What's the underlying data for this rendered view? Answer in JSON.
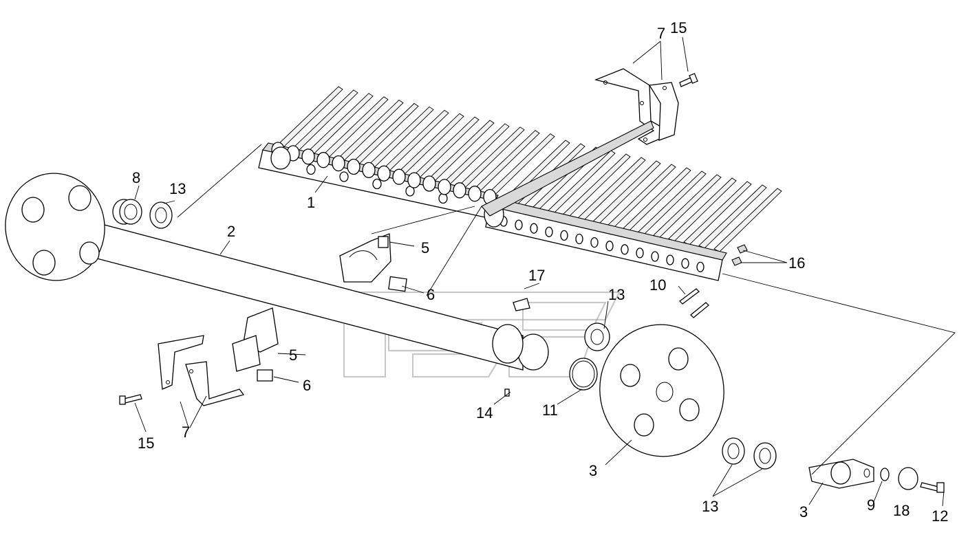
{
  "diagram": {
    "part_numbers": [
      "1",
      "2",
      "3",
      "3",
      "5",
      "5",
      "6",
      "6",
      "7",
      "7",
      "8",
      "9",
      "10",
      "11",
      "12",
      "13",
      "13",
      "13",
      "14",
      "15",
      "15",
      "16",
      "17",
      "18"
    ]
  }
}
